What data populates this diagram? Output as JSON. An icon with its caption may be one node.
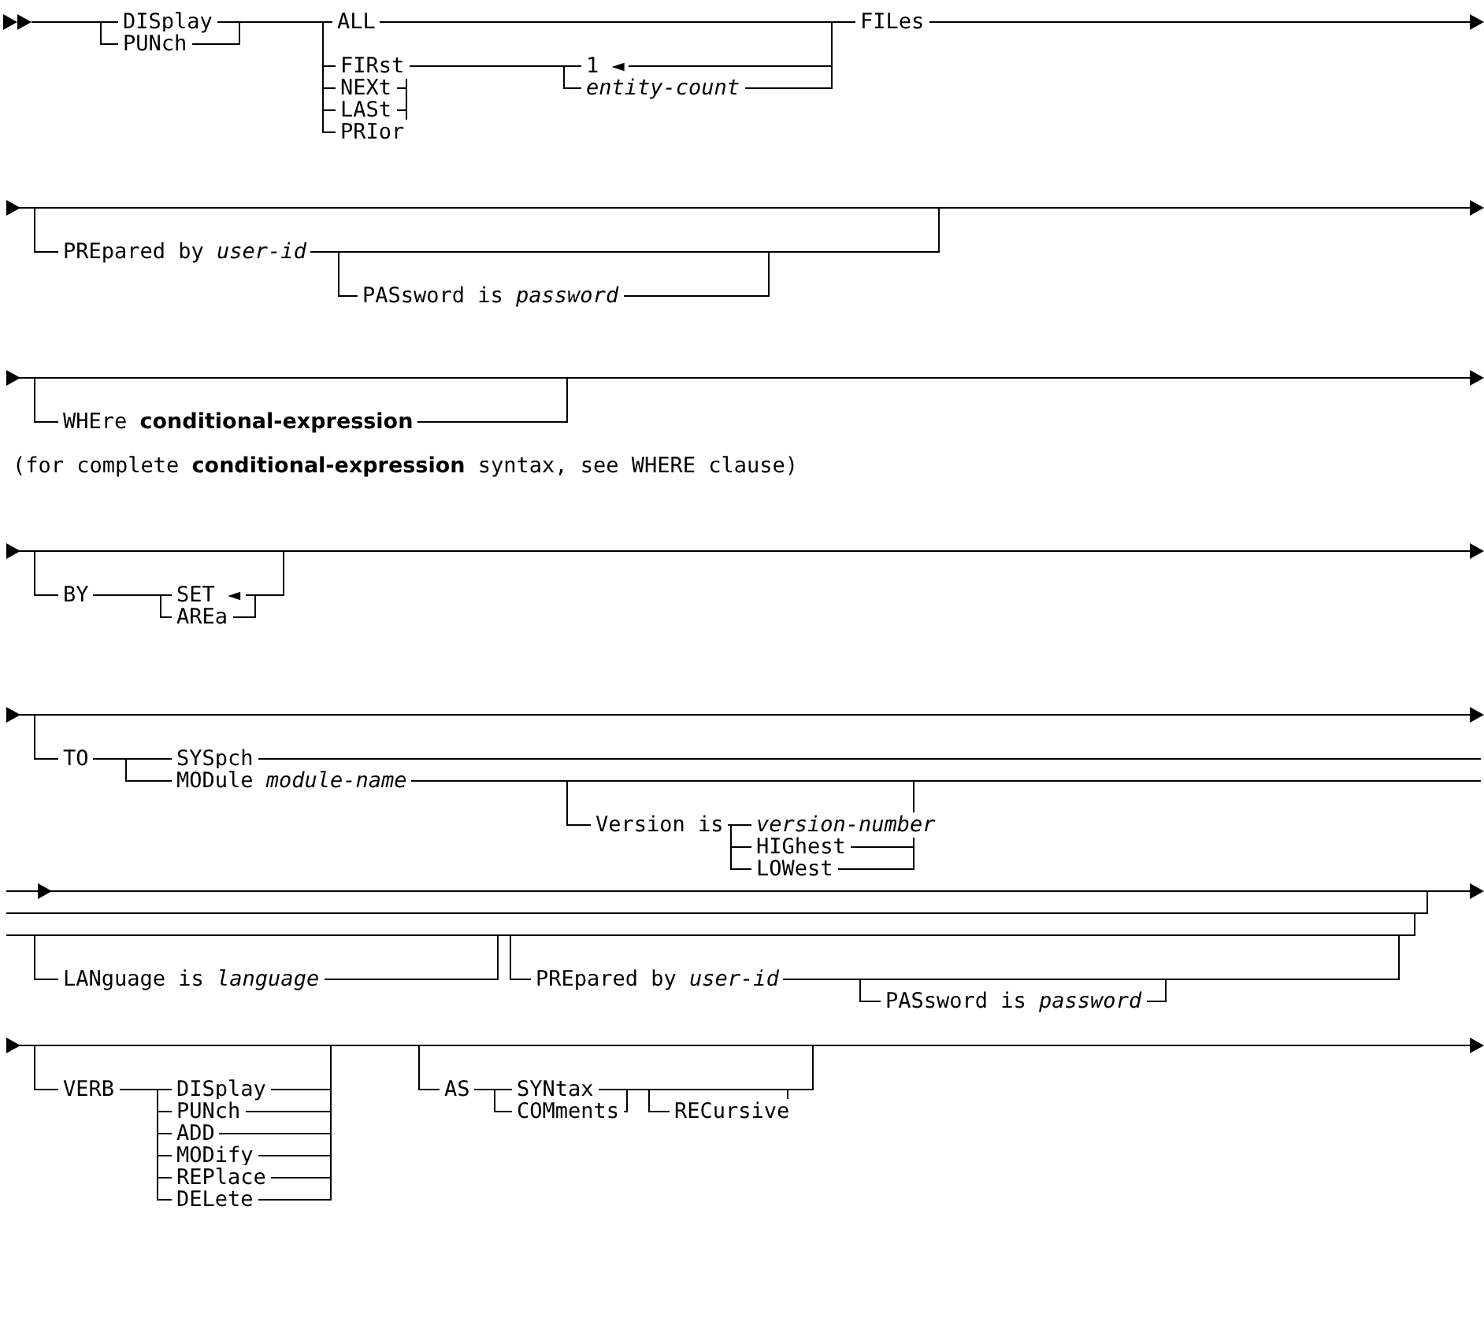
{
  "diagram": {
    "labels": [
      "DISplay",
      "PUNch",
      "ALL",
      "FIRst",
      "NEXt",
      "LASt",
      "PRIor",
      "1 ◄",
      "entity-count",
      "FILes",
      "PREpared by *user-id*",
      "PASsword is *password*",
      "WHEre **conditional-expression**",
      "(for complete **conditional-expression** syntax, see WHERE clause)",
      "BY",
      "SET ◄",
      "AREa",
      "TO",
      "SYSpch",
      "MODule *module-name*",
      "Version is",
      "version-number",
      "HIGhest",
      "LOWest",
      "LANguage is *language*",
      "PREpared by *user-id*",
      "PASsword is *password*",
      "VERB",
      "DISplay",
      "PUNch",
      "ADD",
      "MODify",
      "REPlace",
      "DELete",
      "AS",
      "SYNtax",
      "COMments",
      "RECursive"
    ]
  }
}
